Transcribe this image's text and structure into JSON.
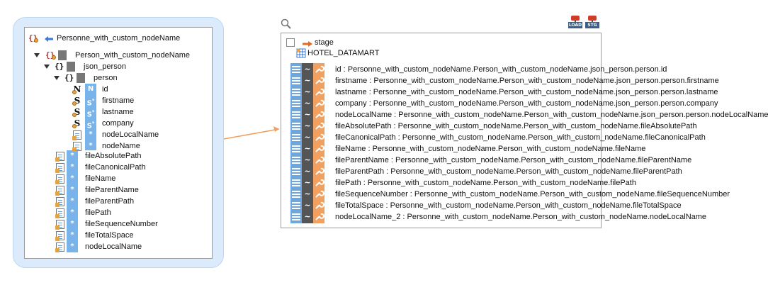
{
  "schema": {
    "root_name": "Personne_with_custom_nodeName",
    "node_label": "Person_with_custom_nodeName",
    "json_label": "json_person",
    "person_label": "person",
    "nested_fields": [
      {
        "name": "id",
        "type": "N"
      },
      {
        "name": "firstname",
        "type": "S"
      },
      {
        "name": "lastname",
        "type": "S"
      },
      {
        "name": "company",
        "type": "S"
      },
      {
        "name": "nodeLocalName",
        "type": "doc"
      },
      {
        "name": "nodeName",
        "type": "doc"
      }
    ],
    "file_fields": [
      "fileAbsolutePath",
      "fileCanonicalPath",
      "fileName",
      "fileParentName",
      "fileParentPath",
      "filePath",
      "fileSequenceNumber",
      "fileTotalSpace",
      "nodeLocalName"
    ]
  },
  "stage": {
    "label": "stage",
    "target": "HOTEL_DATAMART",
    "buttons": {
      "load": "LOAD",
      "stg": "STG"
    },
    "mappings": [
      "id : Personne_with_custom_nodeName.Person_with_custom_nodeName.json_person.person.id",
      "firstname : Personne_with_custom_nodeName.Person_with_custom_nodeName.json_person.person.firstname",
      "lastname : Personne_with_custom_nodeName.Person_with_custom_nodeName.json_person.person.lastname",
      "company : Personne_with_custom_nodeName.Person_with_custom_nodeName.json_person.person.company",
      "nodeLocalName : Personne_with_custom_nodeName.Person_with_custom_nodeName.json_person.person.nodeLocalName",
      "fileAbsolutePath : Personne_with_custom_nodeName.Person_with_custom_nodeName.fileAbsolutePath",
      "fileCanonicalPath : Personne_with_custom_nodeName.Person_with_custom_nodeName.fileCanonicalPath",
      "fileName : Personne_with_custom_nodeName.Person_with_custom_nodeName.fileName",
      "fileParentName : Personne_with_custom_nodeName.Person_with_custom_nodeName.fileParentName",
      "fileParentPath : Personne_with_custom_nodeName.Person_with_custom_nodeName.fileParentPath",
      "filePath : Personne_with_custom_nodeName.Person_with_custom_nodeName.filePath",
      "fileSequenceNumber : Personne_with_custom_nodeName.Person_with_custom_nodeName.fileSequenceNumber",
      "fileTotalSpace : Personne_with_custom_nodeName.Person_with_custom_nodeName.fileTotalSpace",
      "nodeLocalName_2 : Personne_with_custom_nodeName.Person_with_custom_nodeName.nodeLocalName"
    ]
  },
  "colors": {
    "accent_blue": "#78b3ea",
    "connector": "#f0a060",
    "curly_red": "#c03030"
  }
}
